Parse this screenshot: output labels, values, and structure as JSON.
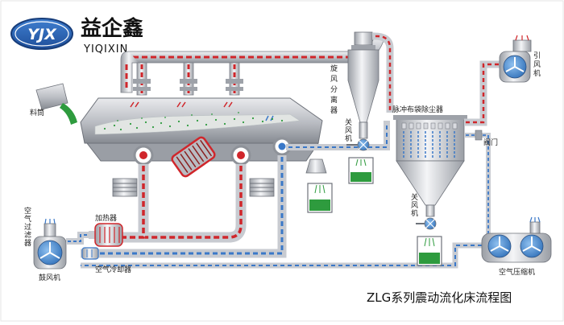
{
  "brand": {
    "logo_letters": "YJX",
    "name_cn": "益企鑫",
    "name_en": "YIQIXIN"
  },
  "labels": {
    "feed_hopper": "料筒",
    "cyclone": "旋风分离器",
    "cyclone_fan": "关风机",
    "bag_filter": "脉冲布袋除尘器",
    "filter_fan": "关风机",
    "valve": "阀门",
    "induced_fan": "引风机",
    "air_filter": "空气过滤器",
    "blower": "鼓风机",
    "heater": "加热器",
    "air_cooler": "空气冷却器",
    "compressor": "空气压缩机"
  },
  "caption": "ZLG系列震动流化床流程图",
  "colors": {
    "hot_air": "#d0262b",
    "cold_air": "#3a78c8",
    "product": "#2e9b3e",
    "steel": "#c8cbd1"
  }
}
